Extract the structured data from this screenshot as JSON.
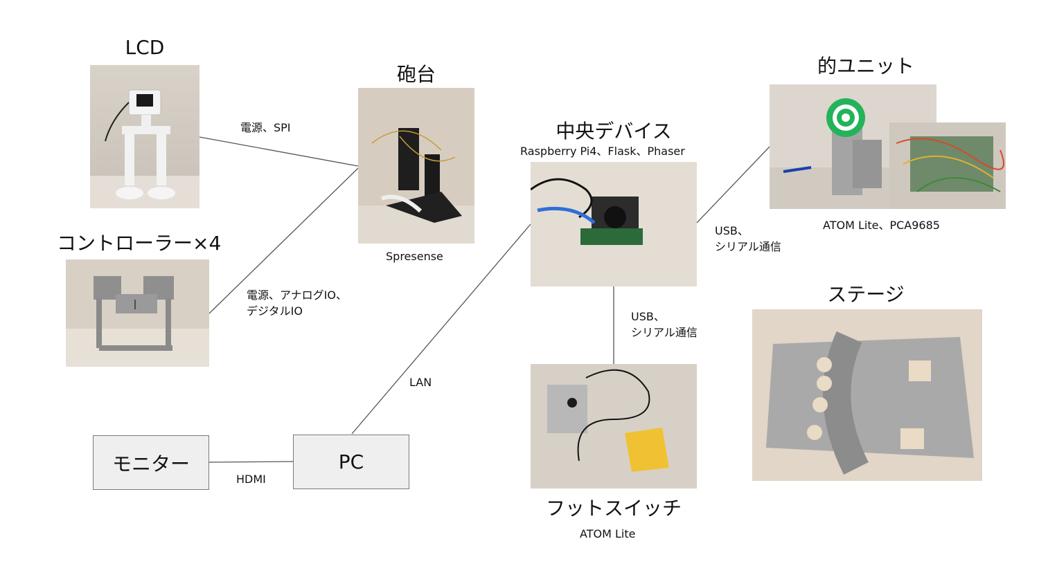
{
  "nodes": {
    "lcd": {
      "title": "LCD"
    },
    "controller": {
      "title": "コントローラー×4"
    },
    "turret": {
      "title": "砲台",
      "caption": "Spresense"
    },
    "central": {
      "title": "中央デバイス",
      "subtitle": "Raspberry Pi4、Flask、Phaser"
    },
    "target": {
      "title": "的ユニット",
      "caption": "ATOM Lite、PCA9685"
    },
    "stage": {
      "title": "ステージ"
    },
    "footswitch": {
      "title": "フットスイッチ",
      "caption": "ATOM Lite"
    },
    "monitor": {
      "label": "モニター"
    },
    "pc": {
      "label": "PC"
    }
  },
  "edges": {
    "lcd_turret": "電源、SPI",
    "controller_turret": [
      "電源、アナログIO、",
      "デジタルIO"
    ],
    "central_target": [
      "USB、",
      "シリアル通信"
    ],
    "central_footswitch": [
      "USB、",
      "シリアル通信"
    ],
    "pc_central": "LAN",
    "monitor_pc": "HDMI"
  }
}
